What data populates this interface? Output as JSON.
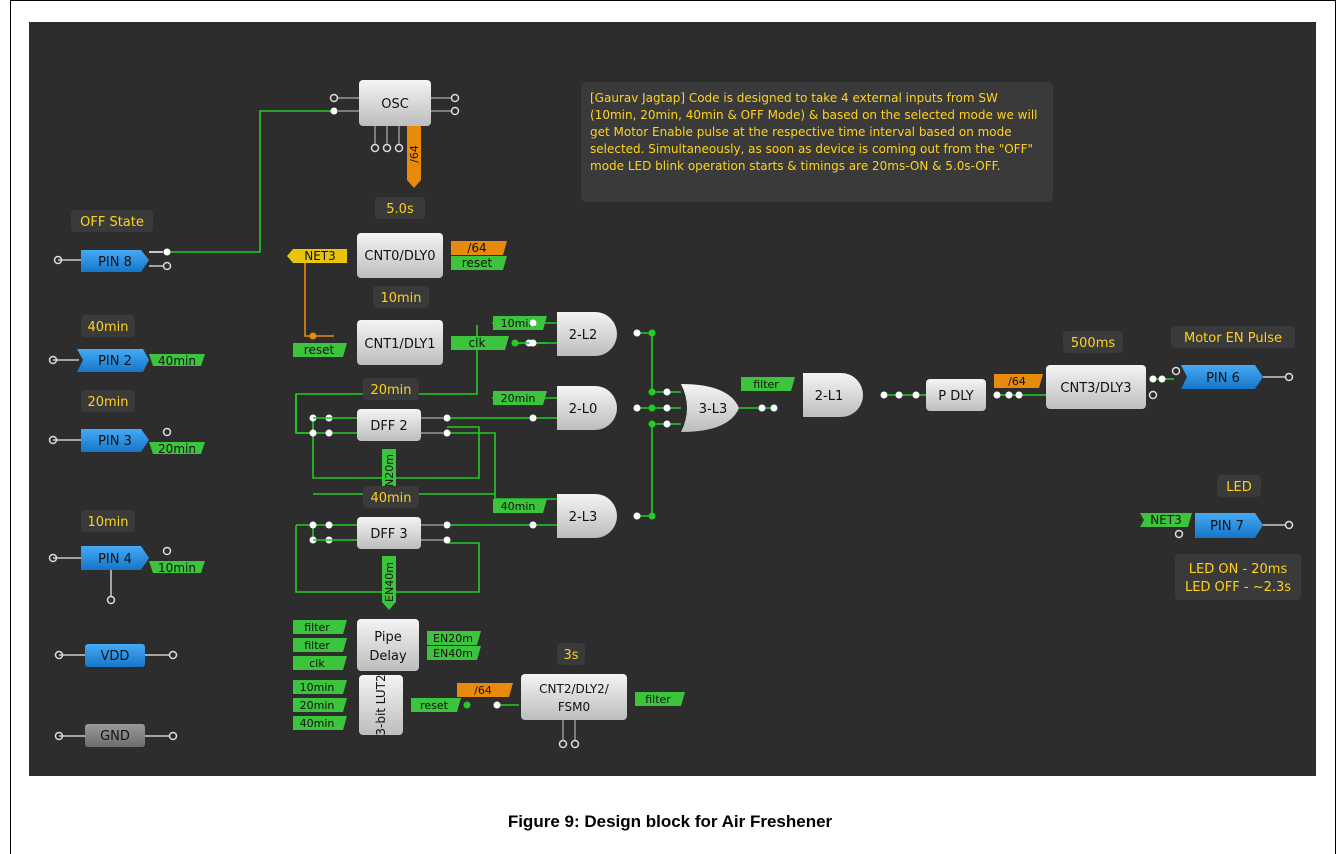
{
  "caption": "Figure 9: Design block for Air Freshener",
  "note": "[Gaurav Jagtap] Code is designed to take 4 external inputs from SW (10min, 20min, 40min & OFF Mode) & based on the selected mode we will get Motor Enable pulse at the respective time interval based on mode selected. Simultaneously, as soon as device is coming out from the \"OFF\" mode LED blink operation starts & timings are 20ms-ON & 5.0s-OFF.",
  "labels": {
    "off_state": "OFF State",
    "min40": "40min",
    "min20": "20min",
    "min10": "10min",
    "osc_period": "5.0s",
    "cnt1_period": "10min",
    "dff2_period": "20min",
    "dff3_period": "40min",
    "cnt3_period": "500ms",
    "cnt2_period": "3s",
    "motor_pulse": "Motor EN Pulse",
    "led": "LED",
    "led_on": "LED ON - 20ms",
    "led_off": "LED OFF - ~2.3s"
  },
  "blocks": {
    "osc": "OSC",
    "cnt0": "CNT0/DLY0",
    "cnt1": "CNT1/DLY1",
    "dff2": "DFF 2",
    "dff3": "DFF 3",
    "pipe1": "Pipe",
    "pipe2": "Delay",
    "lut_text": "3-bit LUT2",
    "cnt2a": "CNT2/DLY2/",
    "cnt2b": "FSM0",
    "and_l2": "2-L2",
    "and_l0": "2-L0",
    "and_l3": "2-L3",
    "or_l3": "3-L3",
    "and_l1": "2-L1",
    "pdly": "P DLY",
    "cnt3": "CNT3/DLY3"
  },
  "pins": {
    "pin8": "PIN 8",
    "pin2": "PIN 2",
    "pin3": "PIN 3",
    "pin4": "PIN 4",
    "vdd": "VDD",
    "gnd": "GND",
    "pin6": "PIN 6",
    "pin7": "PIN 7"
  },
  "tags": {
    "net3": "NET3",
    "div64": "/64",
    "reset": "reset",
    "clk": "clk",
    "filter": "filter",
    "t10": "10min",
    "t20": "20min",
    "t40": "40min",
    "en20": "EN20m",
    "en40": "EN40m"
  },
  "colors": {
    "canvas": "#2d2d2d",
    "wire": "#22cc22",
    "tag_green": "#3cc43c",
    "tag_orange": "#e88a0c",
    "tag_yellow": "#e8c40c",
    "pin_blue": "#1e90e8",
    "block_gray": "#d6d6d6",
    "label_text": "#ffd21e"
  }
}
